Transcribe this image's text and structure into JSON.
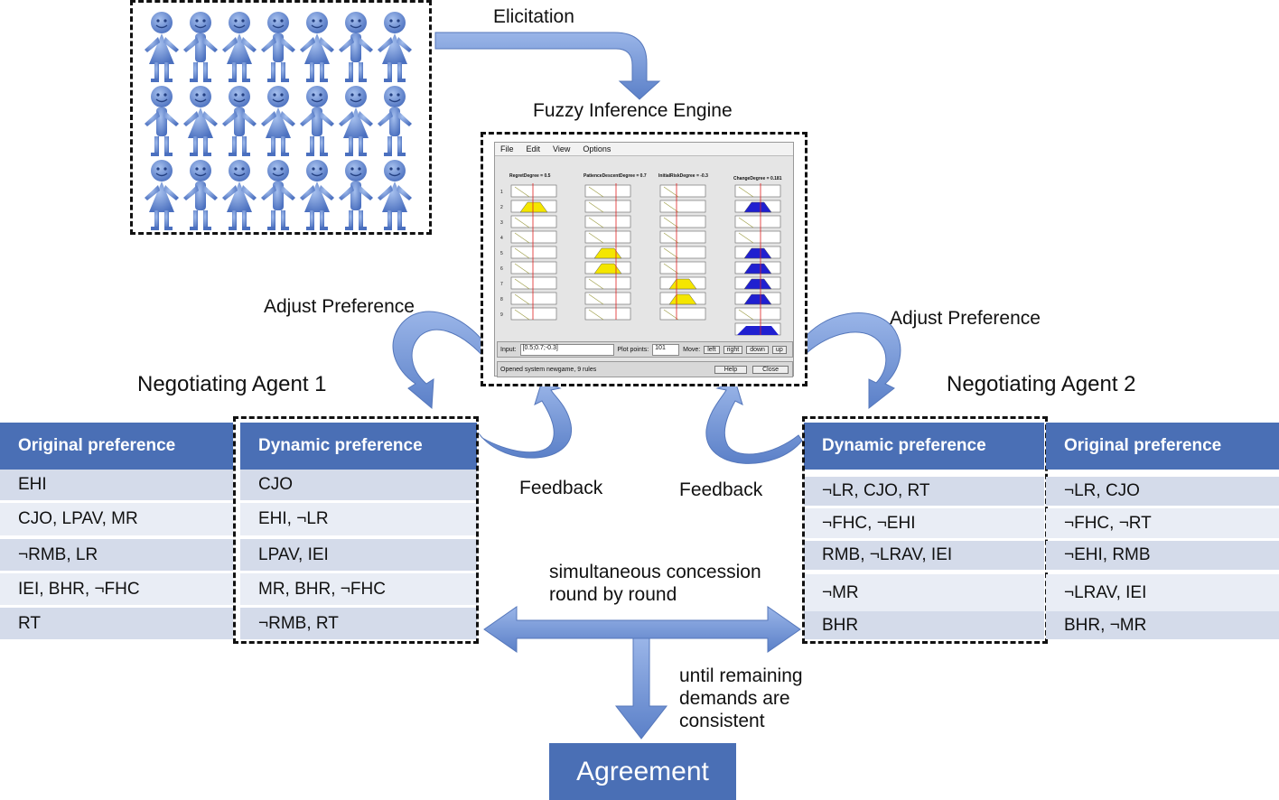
{
  "labels": {
    "elicitation": "Elicitation",
    "engine_title": "Fuzzy Inference Engine",
    "adjust_left": "Adjust Preference",
    "adjust_right": "Adjust Preference",
    "feedback_left": "Feedback",
    "feedback_right": "Feedback",
    "concession_line1": "simultaneous concession",
    "concession_line2": "round by round",
    "until_line1": "until remaining",
    "until_line2": "demands are",
    "until_line3": "consistent",
    "agreement": "Agreement"
  },
  "engine": {
    "menu": [
      "File",
      "Edit",
      "View",
      "Options"
    ],
    "col_titles": [
      "RegretDegree = 0.5",
      "PatienceDescentDegree = 0.7",
      "InitialRiskDegree = -0.3",
      "ChangeDegree = 0.181"
    ],
    "row_numbers": [
      "1",
      "2",
      "3",
      "4",
      "5",
      "6",
      "7",
      "8",
      "9"
    ],
    "input_label": "Input:",
    "input_value": "[0.5;0.7;-0.3]",
    "plot_points_label": "Plot points:",
    "plot_points_value": "101",
    "move_label": "Move:",
    "move_buttons": [
      "left",
      "right",
      "down",
      "up"
    ],
    "status": "Opened system newgame, 9 rules",
    "help": "Help",
    "close": "Close"
  },
  "agent1": {
    "title": "Negotiating Agent 1",
    "original_header": "Original preference",
    "dynamic_header": "Dynamic preference",
    "original": [
      "EHI",
      "CJO, LPAV, MR",
      "¬RMB, LR",
      "IEI, BHR, ¬FHC",
      "RT"
    ],
    "dynamic": [
      "CJO",
      "EHI,  ¬LR",
      "LPAV, IEI",
      "MR, BHR, ¬FHC",
      "¬RMB, RT"
    ]
  },
  "agent2": {
    "title": "Negotiating Agent 2",
    "dynamic_header": "Dynamic preference",
    "original_header": "Original preference",
    "dynamic": [
      "¬LR, CJO, RT",
      "¬FHC, ¬EHI",
      "RMB, ¬LRAV, IEI",
      "¬MR",
      "BHR"
    ],
    "original": [
      "¬LR, CJO",
      "¬FHC, ¬RT",
      "¬EHI, RMB",
      "¬LRAV, IEI",
      "BHR, ¬MR"
    ]
  },
  "colors": {
    "accent": "#4a6fb5",
    "arrow": "#6f93d6",
    "row_dark": "#d4dbea",
    "row_light": "#e9edf5",
    "yellow": "#f4e600",
    "blue": "#2020d0"
  }
}
